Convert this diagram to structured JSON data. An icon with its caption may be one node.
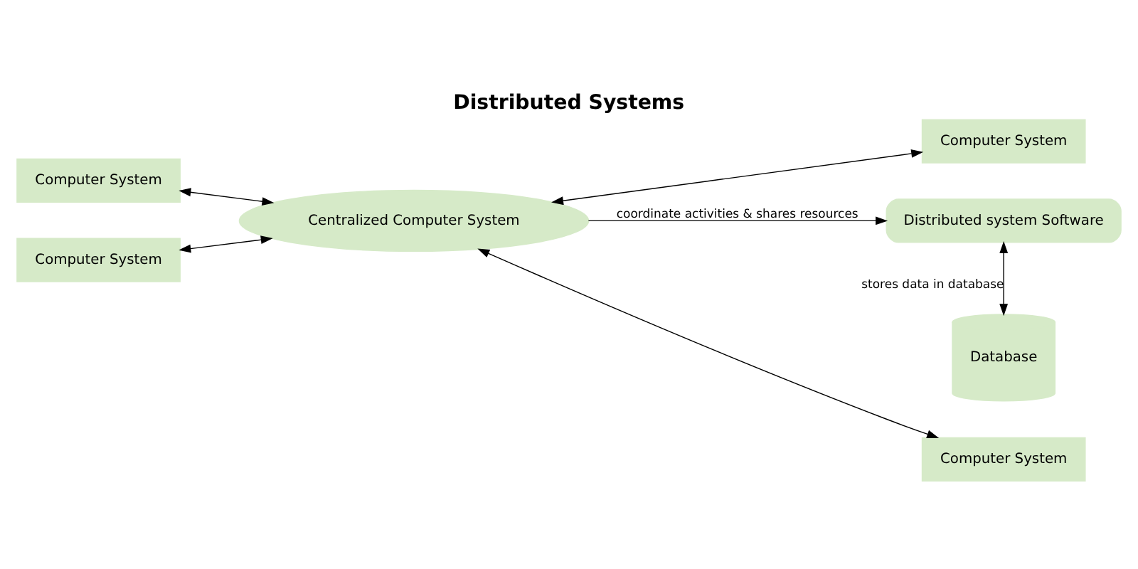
{
  "diagram": {
    "title": "Distributed Systems",
    "nodes": [
      {
        "text": [
          "Computer System"
        ]
      },
      {
        "text": [
          "Computer System"
        ]
      },
      {
        "text": [
          "Centralized Computer System"
        ]
      },
      {
        "text": [
          "Distributed system Software"
        ]
      },
      {
        "text": [
          "Computer System"
        ]
      },
      {
        "text": [
          "Computer System"
        ]
      },
      {
        "text": [
          "Database"
        ]
      }
    ],
    "edges": [
      {
        "from": 0,
        "to": 2,
        "arrow": "both"
      },
      {
        "from": 2,
        "to": 1,
        "arrow": "both"
      },
      {
        "from": 2,
        "to": 3,
        "arrow": "to",
        "label": "coordinate activities & shares resources"
      },
      {
        "from": 4,
        "to": 2,
        "arrow": "both"
      },
      {
        "from": 2,
        "to": 5,
        "arrow": "both"
      },
      {
        "from": 3,
        "to": 6,
        "arrow": "both",
        "label": "stores data in database"
      }
    ]
  }
}
